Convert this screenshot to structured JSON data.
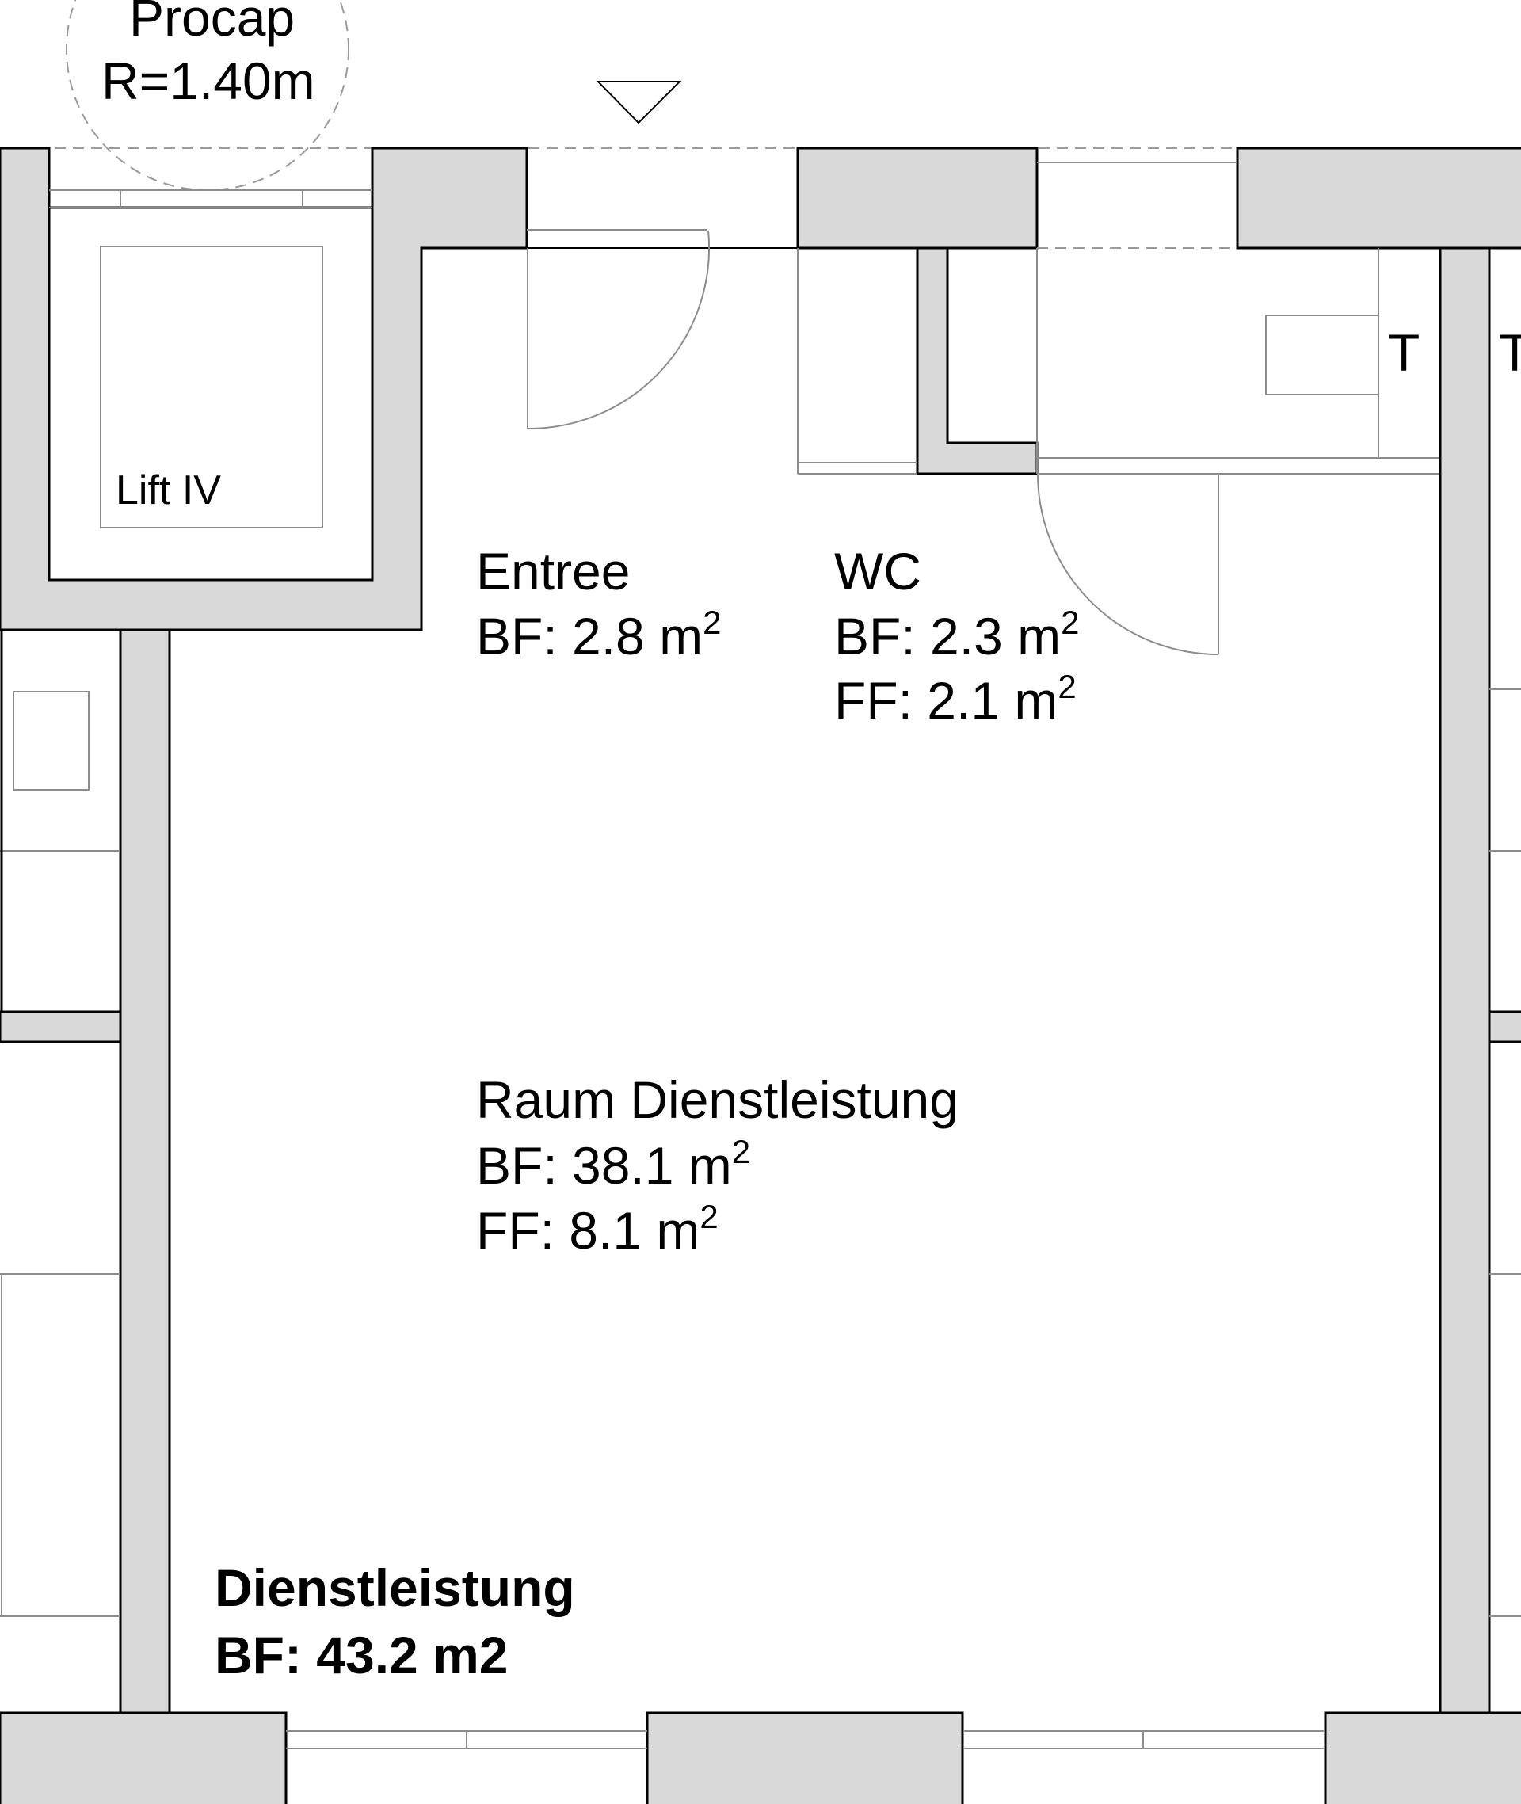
{
  "procap": {
    "name": "Procap",
    "radius": "R=1.40m"
  },
  "lift": {
    "label": "Lift IV"
  },
  "rooms": {
    "entree": {
      "name": "Entree",
      "bf": "BF: 2.8 m"
    },
    "wc": {
      "name": "WC",
      "bf": "BF: 2.3 m",
      "ff": "FF: 2.1 m"
    },
    "raum": {
      "name": "Raum Dienstleistung",
      "bf": "BF: 38.1 m",
      "ff": "FF: 8.1 m"
    }
  },
  "area_superscript": "2",
  "unit": {
    "name": "Dienstleistung",
    "bf": "BF: 43.2 m2"
  },
  "markers": {
    "t_left": "T",
    "t_right": "T"
  }
}
